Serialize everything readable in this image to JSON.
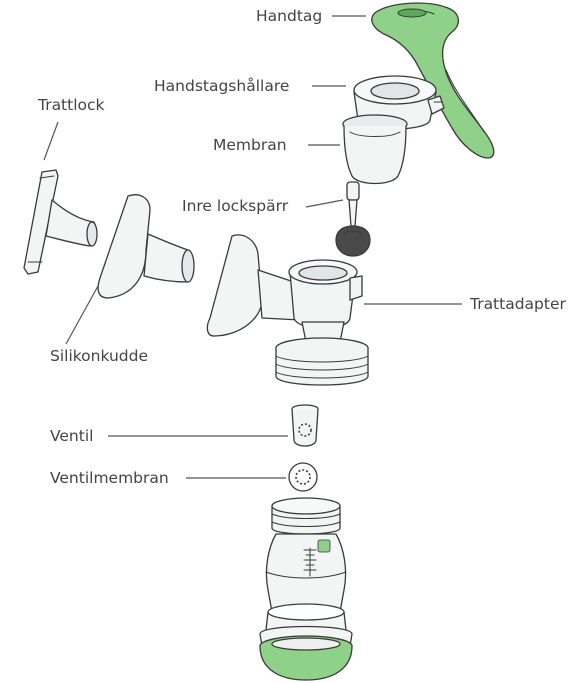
{
  "colors": {
    "background": "#ffffff",
    "outline": "#3a3a3a",
    "part_fill": "#f3f4f4",
    "part_shade": "#dcdfdf",
    "accent_green": "#8fd189",
    "accent_green_dark": "#5aa85a",
    "label_text": "#444444",
    "leader_line": "#555555"
  },
  "labels": {
    "handtag": "Handtag",
    "handstagshallare": "Handstagshållare",
    "trattlock": "Trattlock",
    "membran": "Membran",
    "inre_lockspärr": "Inre lockspärr",
    "trattadapter": "Trattadapter",
    "silikonkudde": "Silikonkudde",
    "ventil": "Ventil",
    "ventilmembran": "Ventilmembran"
  }
}
